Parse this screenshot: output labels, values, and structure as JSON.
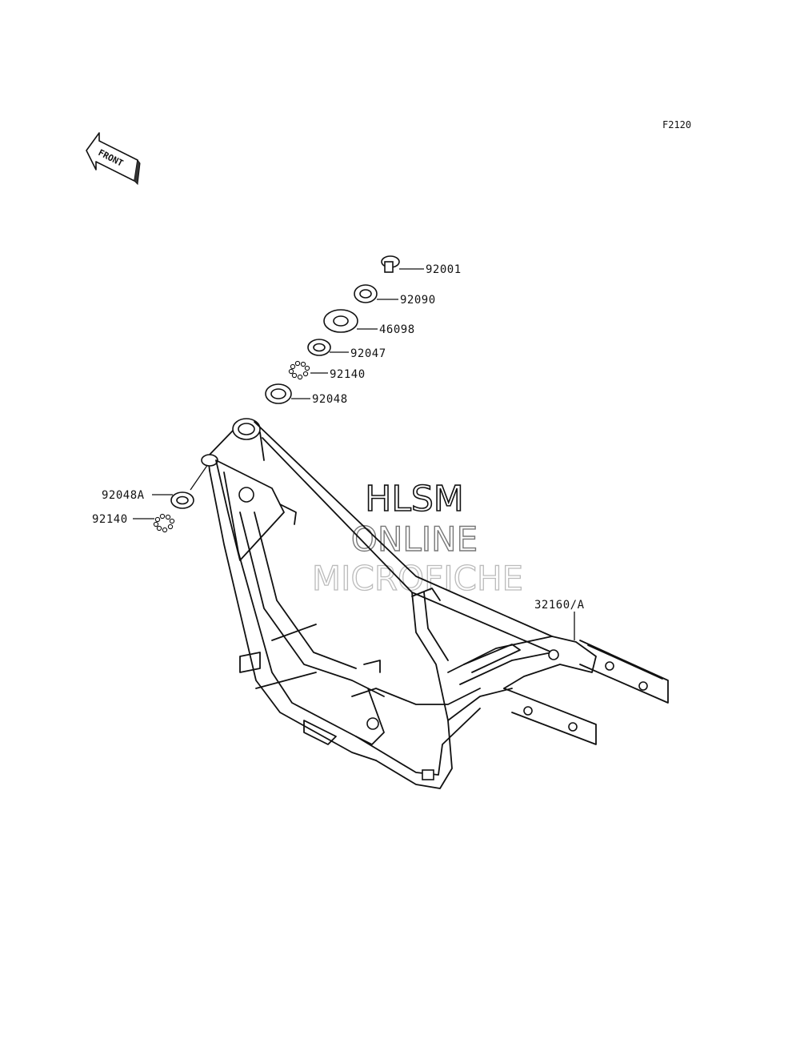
{
  "figure_code": "F2120",
  "front_arrow_label": "FRONT",
  "watermark": {
    "line1": "HLSM",
    "line2": "ONLINE",
    "line3": "MICROFICHE"
  },
  "callouts": [
    {
      "id": "92001",
      "label": "92001"
    },
    {
      "id": "92090",
      "label": "92090"
    },
    {
      "id": "46098",
      "label": "46098"
    },
    {
      "id": "92047",
      "label": "92047"
    },
    {
      "id": "92140-upper",
      "label": "92140"
    },
    {
      "id": "92048",
      "label": "92048"
    },
    {
      "id": "92048A",
      "label": "92048A"
    },
    {
      "id": "92140-lower",
      "label": "92140"
    },
    {
      "id": "32160A",
      "label": "32160/A"
    }
  ]
}
